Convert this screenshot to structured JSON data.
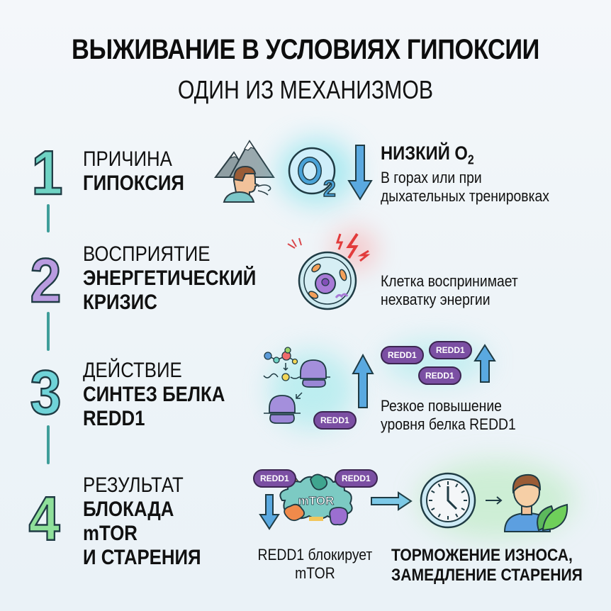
{
  "header": {
    "title": "ВЫЖИВАНИЕ В УСЛОВИЯХ ГИПОКСИИ",
    "subtitle": "ОДИН ИЗ МЕХАНИЗМОВ"
  },
  "colors": {
    "step1": "#6fd3c4",
    "step2": "#b99be0",
    "step3": "#6fd3d8",
    "step4": "#8fe09a",
    "timeline": "#3f9e9a",
    "arrow_blue": "#5aa9e0",
    "redd1_pill": "#7b4fa3"
  },
  "steps": [
    {
      "number": "1",
      "label_top": "ПРИЧИНА",
      "label_bold": [
        "ГИПОКСИЯ"
      ],
      "icons": [
        "mountain-breathing-person-icon",
        "o2-molecule-icon",
        "down-arrow-icon"
      ],
      "heading": "НИЗКИЙ O",
      "heading_sub": "2",
      "description": [
        "В горах или при",
        "дыхательных тренировках"
      ]
    },
    {
      "number": "2",
      "label_top": "ВОСПРИЯТИЕ",
      "label_bold": [
        "ЭНЕРГЕТИЧЕСКИЙ",
        "КРИЗИС"
      ],
      "icons": [
        "cell-icon",
        "lightning-icon"
      ],
      "description": [
        "Клетка воспринимает",
        "нехватку энергии"
      ]
    },
    {
      "number": "3",
      "label_top": "ДЕЙСТВИЕ",
      "label_bold": [
        "СИНТЕЗ БЕЛКА",
        "REDD1"
      ],
      "icons": [
        "ribosome-synthesis-icon",
        "up-arrow-icon"
      ],
      "pills": [
        "REDD1",
        "REDD1",
        "REDD1",
        "REDD1"
      ],
      "description": [
        "Резкое повышение",
        "уровня белка REDD1"
      ]
    },
    {
      "number": "4",
      "label_top": "РЕЗУЛЬТАТ",
      "label_bold": [
        "БЛОКАДА",
        "mTOR",
        "И СТАРЕНИЯ"
      ],
      "icons": [
        "mtor-complex-icon",
        "down-arrow-icon",
        "right-arrow-icon",
        "clock-icon",
        "person-leaf-icon"
      ],
      "pills": [
        "REDD1",
        "REDD1"
      ],
      "complex_label": "mTOR",
      "caption": [
        "REDD1 блокирует",
        "mTOR"
      ],
      "result": [
        "ТОРМОЖЕНИЕ ИЗНОСА,",
        "ЗАМЕДЛЕНИЕ СТАРЕНИЯ"
      ]
    }
  ]
}
